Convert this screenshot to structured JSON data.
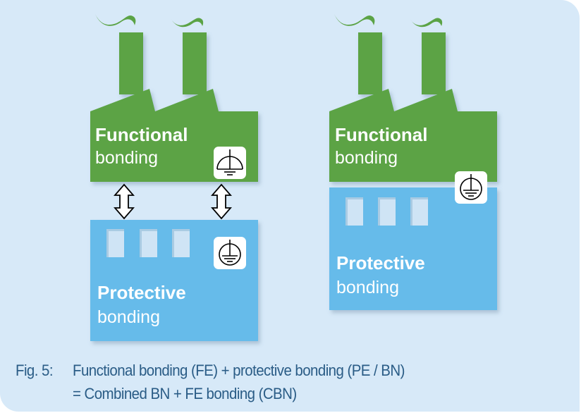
{
  "colors": {
    "background": "#d7e9f8",
    "functional_green": "#5ba345",
    "protective_blue": "#66bbea",
    "window_fill": "#cfe4f5",
    "caption_text": "#2a5c86",
    "label_text": "#ffffff"
  },
  "left_diagram": {
    "functional": {
      "title": "Functional",
      "subtitle": "bonding",
      "icon": "functional-earth-icon"
    },
    "protective": {
      "title": "Protective",
      "subtitle": "bonding",
      "icon": "protective-earth-icon"
    },
    "connectors": [
      "double-arrow-icon",
      "double-arrow-icon"
    ]
  },
  "right_diagram": {
    "functional": {
      "title": "Functional",
      "subtitle": "bonding"
    },
    "protective": {
      "title": "Protective",
      "subtitle": "bonding"
    },
    "shared_icon": "protective-earth-icon"
  },
  "caption": {
    "label": "Fig. 5:",
    "line1": "Functional bonding (FE) + protective bonding (PE / BN)",
    "line2": "= Combined BN + FE bonding (CBN)"
  }
}
